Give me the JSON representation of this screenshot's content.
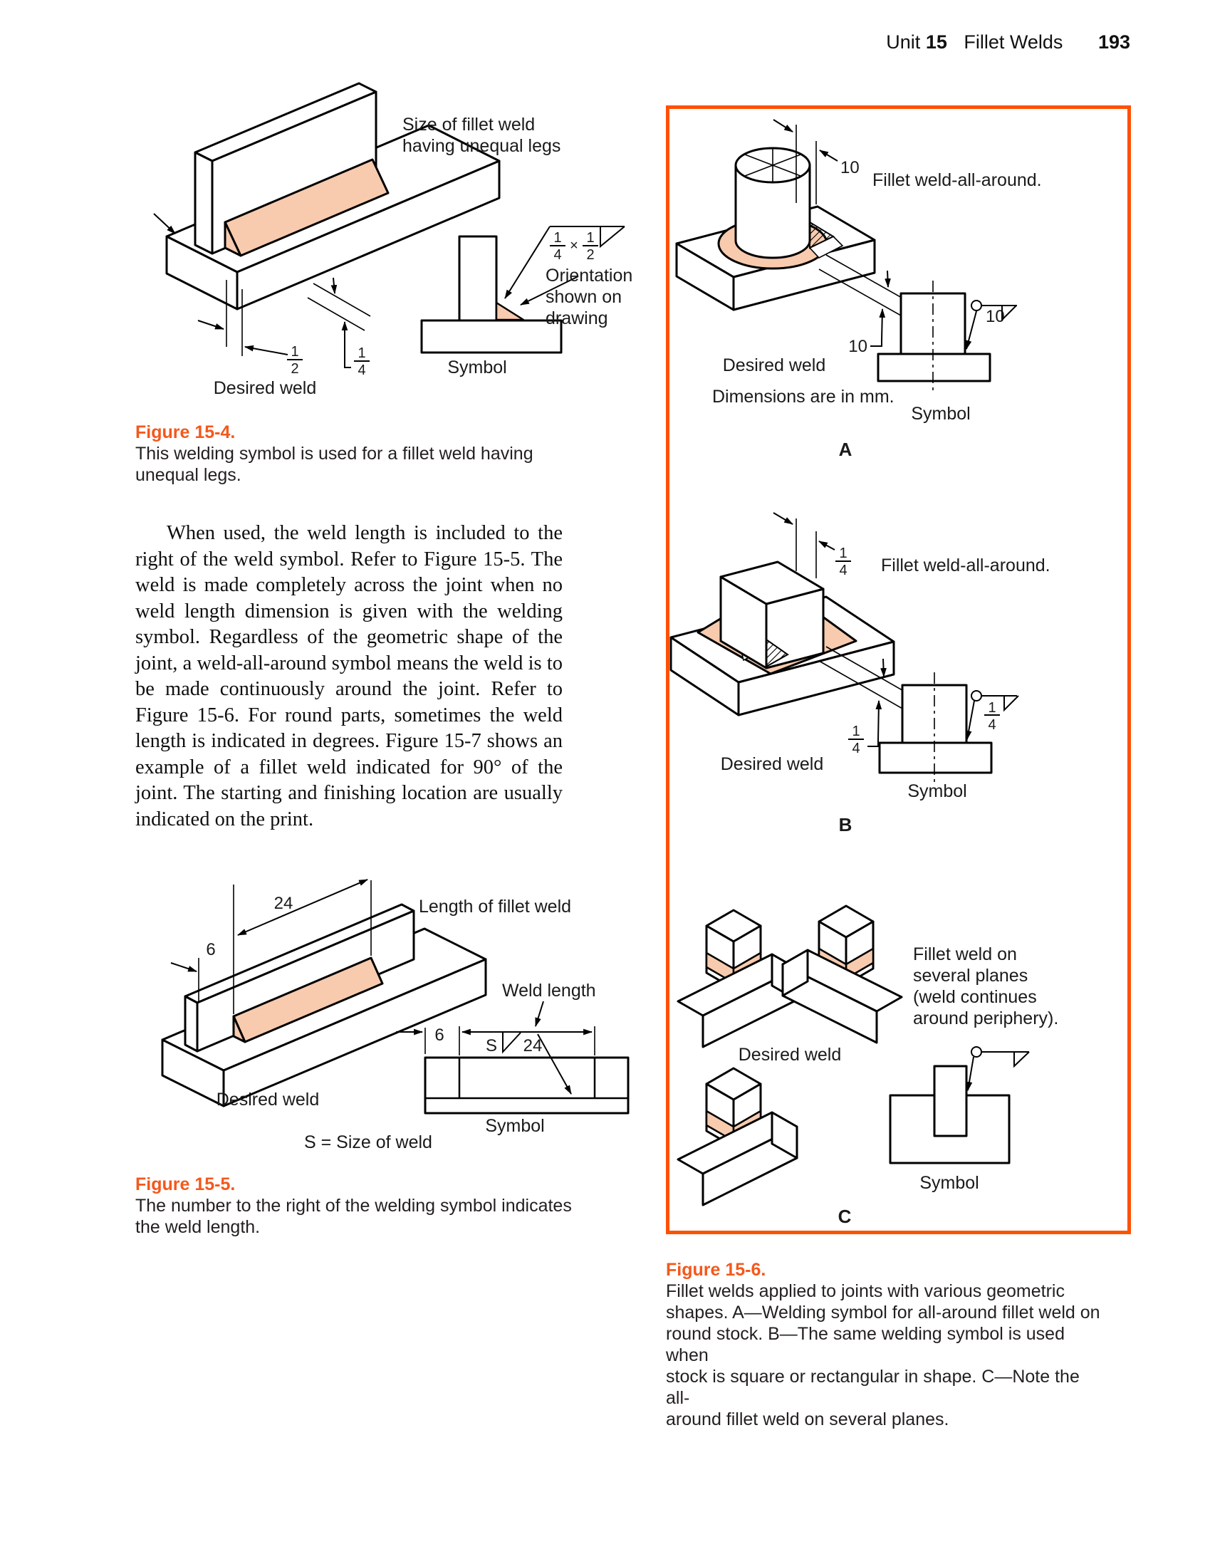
{
  "page": {
    "background": "#ffffff",
    "accent_orange": "#f4581c",
    "panel_border_orange": "#ff5102",
    "weld_fill_peach": "#f8cbae",
    "ink": "#1a1a1a"
  },
  "header": {
    "unit_word": "Unit",
    "unit_number": "15",
    "chapter_title": "Fillet Welds",
    "page_number": "193"
  },
  "fig4": {
    "size_callout": "Size of fillet weld\nhaving unequal legs",
    "frac_first": {
      "num": "1",
      "den": "4"
    },
    "times_sign": "×",
    "frac_second": {
      "num": "1",
      "den": "2"
    },
    "orientation_note": "Orientation\nshown on\ndrawing",
    "symbol_label": "Symbol",
    "desired_label": "Desired weld",
    "dim_half": {
      "num": "1",
      "den": "2"
    },
    "dim_quarter": {
      "num": "1",
      "den": "4"
    },
    "caption_title": "Figure 15-4.",
    "caption_body": "This welding symbol is used for a fillet weld having\nunequal legs."
  },
  "body_text": {
    "paragraph": "When used, the weld length is included to the right of the weld symbol. Refer to Figure 15-5. The weld is made completely across the joint when no weld length dimension is given with the welding symbol. Regardless of the geometric shape of the joint, a weld-all-around symbol means the weld is to be made continuously around the joint. Refer to Figure 15-6. For round parts, sometimes the weld length is indicated in degrees. Figure 15-7 shows an example of a fillet weld indicated for 90° of the joint. The starting and finishing location are usually indicated on the print."
  },
  "fig5": {
    "length_callout": "Length of fillet weld",
    "dim_24": "24",
    "dim_6": "6",
    "weld_length_callout": "Weld length",
    "sym_dim_6": "6",
    "sym_size_letter": "S",
    "sym_dim_24": "24",
    "desired_label": "Desired weld",
    "size_note": "S = Size of weld",
    "symbol_label": "Symbol",
    "caption_title": "Figure 15-5.",
    "caption_body": "The number to the right of the welding symbol indicates\nthe weld length."
  },
  "fig6": {
    "a": {
      "dim_top": "10",
      "callout": "Fillet weld-all-around.",
      "dim_bottom": "10",
      "desired_label": "Desired weld",
      "units_note": "Dimensions are in mm.",
      "sym_value": "10",
      "symbol_label": "Symbol",
      "tag": "A"
    },
    "b": {
      "dim_top": {
        "num": "1",
        "den": "4"
      },
      "callout": "Fillet weld-all-around.",
      "dim_bottom": {
        "num": "1",
        "den": "4"
      },
      "desired_label": "Desired weld",
      "sym_frac": {
        "num": "1",
        "den": "4"
      },
      "symbol_label": "Symbol",
      "tag": "B"
    },
    "c": {
      "callout": "Fillet weld on\nseveral planes\n(weld continues\naround periphery).",
      "desired_label": "Desired weld",
      "symbol_label": "Symbol",
      "tag": "C"
    },
    "caption_title": "Figure 15-6.",
    "caption_body": "Fillet welds applied to joints with various geometric\nshapes. A—Welding symbol for all-around fillet weld on\nround stock. B—The same welding symbol is used when\nstock is square or rectangular in shape. C—Note the all-\naround fillet weld on several planes."
  }
}
